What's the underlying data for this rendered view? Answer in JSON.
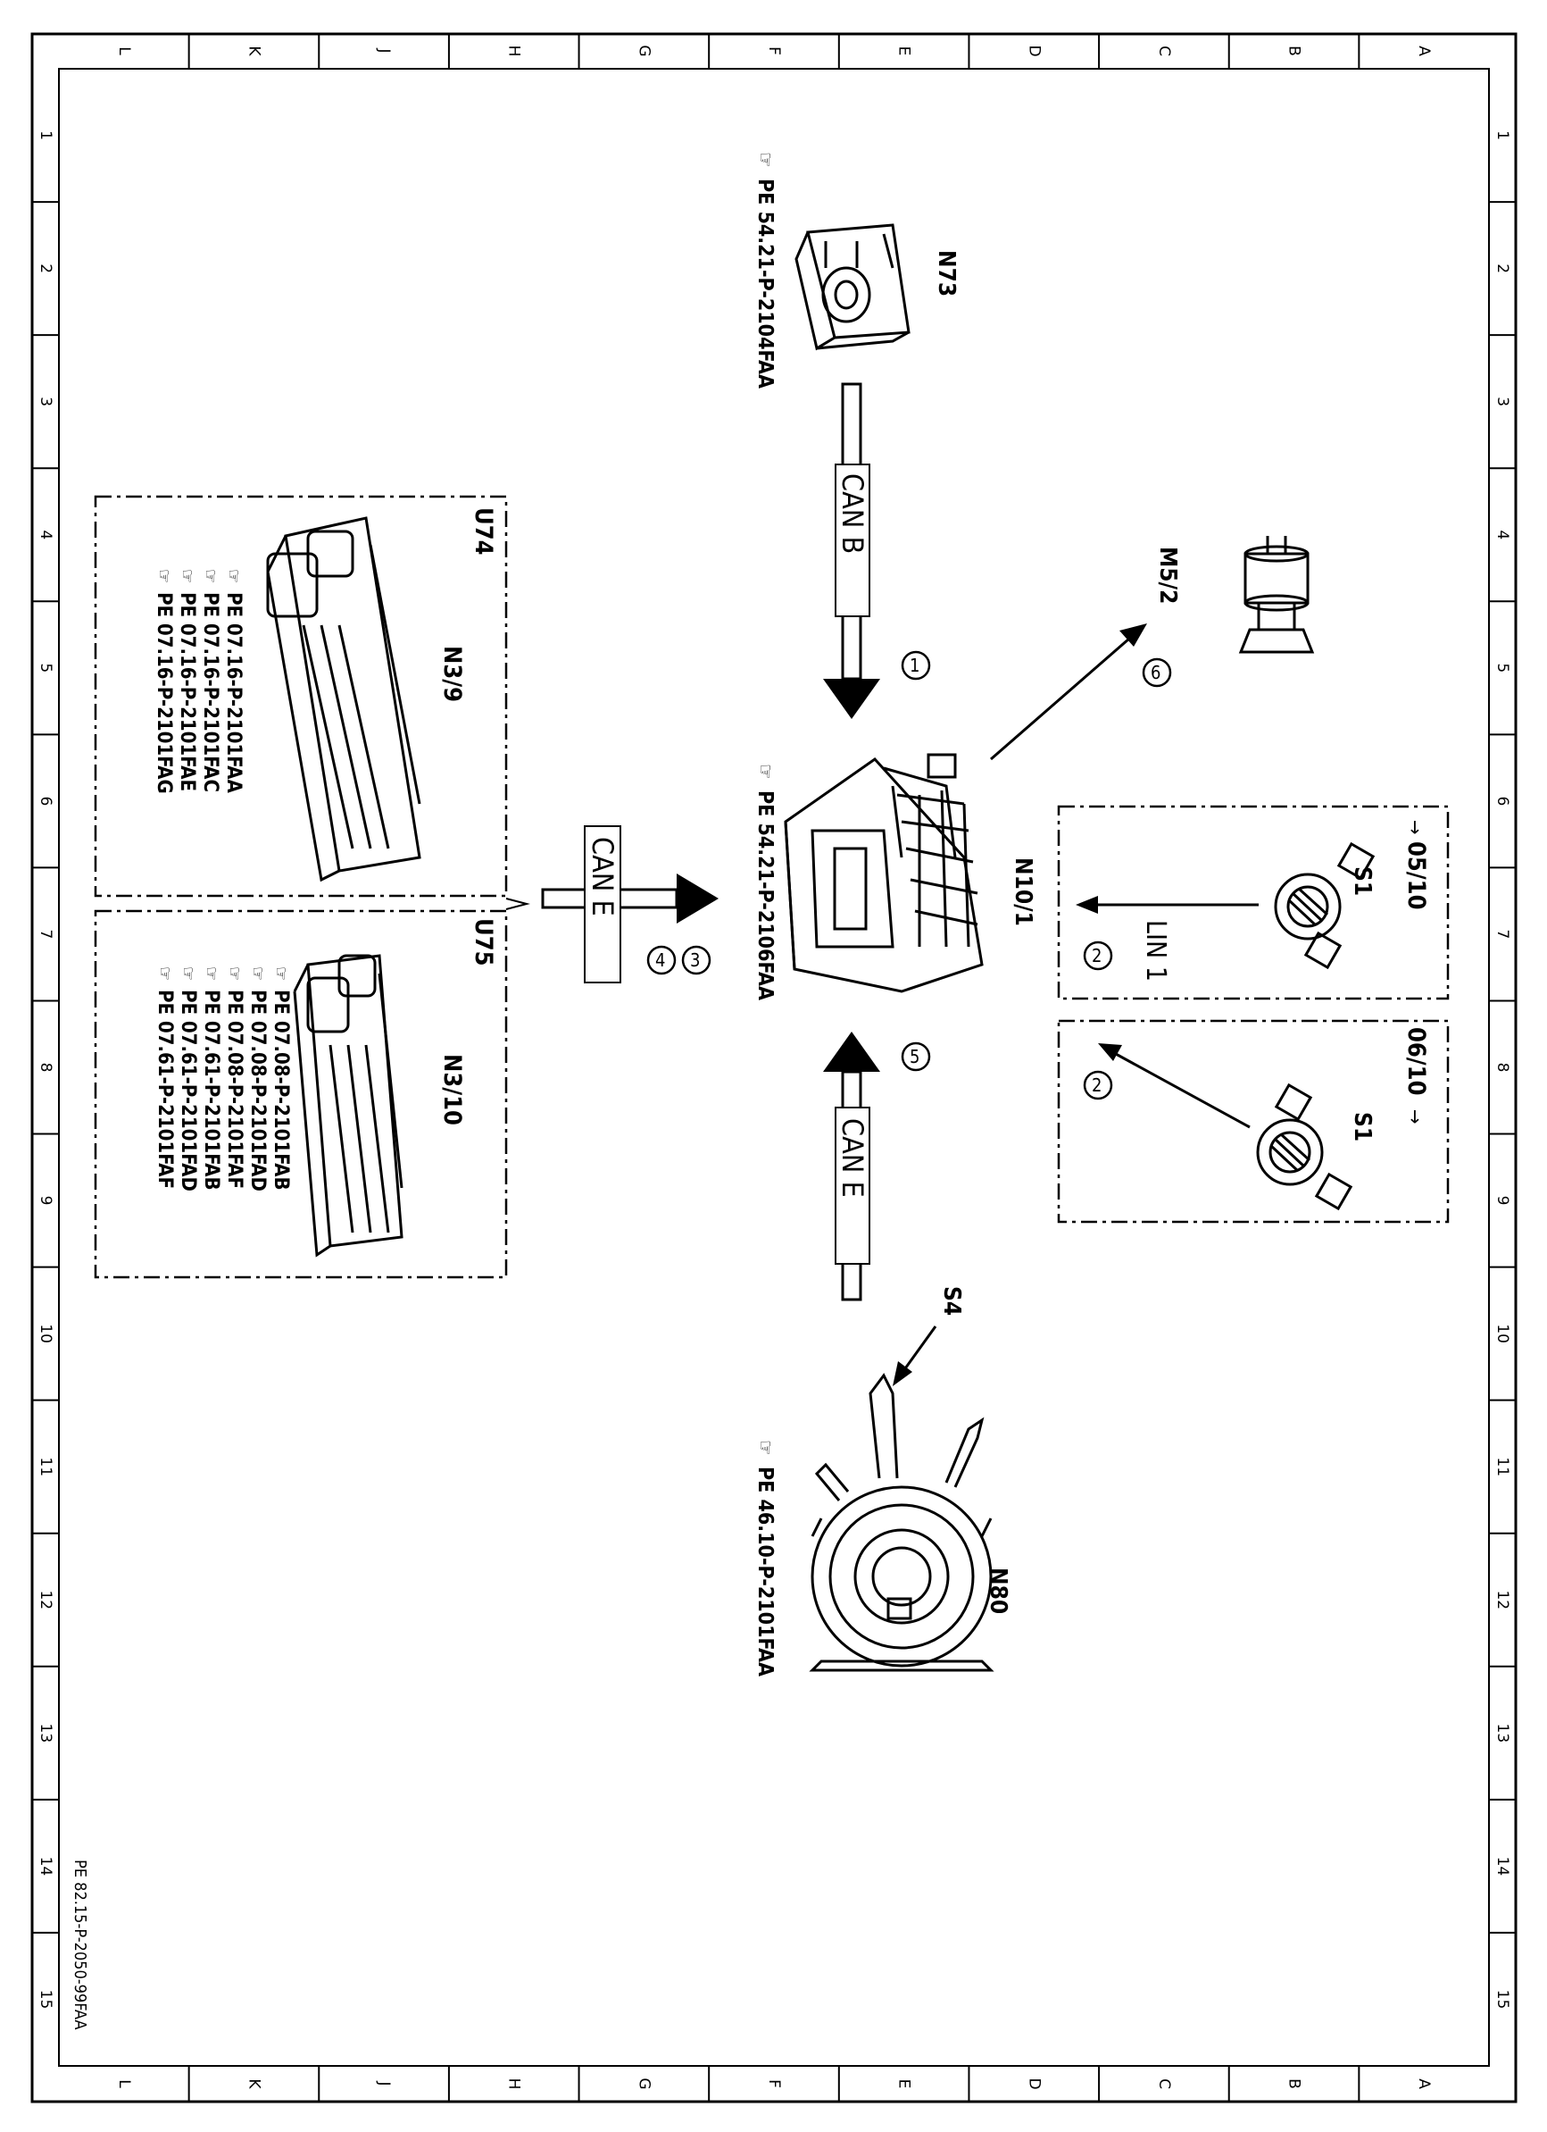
{
  "grid": {
    "letters": [
      "L",
      "K",
      "J",
      "H",
      "G",
      "F",
      "E",
      "D",
      "C",
      "B",
      "A"
    ],
    "numbers": [
      "1",
      "2",
      "3",
      "4",
      "5",
      "6",
      "7",
      "8",
      "9",
      "10",
      "11",
      "12",
      "13",
      "14",
      "15"
    ]
  },
  "document_code": "PE 82.15-P-2050-99FAA",
  "components": {
    "n73": {
      "label": "N73",
      "ref": "PE 54.21-P-2104FAA"
    },
    "m5_2": {
      "label": "M5/2"
    },
    "n10_1": {
      "label": "N10/1",
      "ref": "PE 54.21-P-2106FAA"
    },
    "n80": {
      "label": "N80",
      "ref": "PE 46.10-P-2101FAA"
    },
    "s4": {
      "label": "S4"
    },
    "s1_top": {
      "label": "S1"
    },
    "s1_bottom": {
      "label": "S1"
    }
  },
  "groups": {
    "u74": {
      "label": "U74",
      "module": "N3/9",
      "refs": [
        "PE 07.16-P-2101FAA",
        "PE 07.16-P-2101FAC",
        "PE 07.16-P-2101FAE",
        "PE 07.16-P-2101FAG"
      ]
    },
    "u75": {
      "label": "U75",
      "module": "N3/10",
      "refs": [
        "PE 07.08-P-2101FAB",
        "PE 07.08-P-2101FAD",
        "PE 07.08-P-2101FAF",
        "PE 07.61-P-2101FAB",
        "PE 07.61-P-2101FAD",
        "PE 07.61-P-2101FAF"
      ]
    },
    "s1_up_to": {
      "label": "05/10"
    },
    "s1_from": {
      "label": "06/10"
    }
  },
  "buses": {
    "can_b": "CAN B",
    "can_e_left": "CAN E",
    "can_e_bottom": "CAN E",
    "lin": "LIN 1"
  },
  "callouts": {
    "c1": "1",
    "c2a": "2",
    "c2b": "2",
    "c3": "3",
    "c4": "4",
    "c5": "5",
    "c6": "6"
  }
}
